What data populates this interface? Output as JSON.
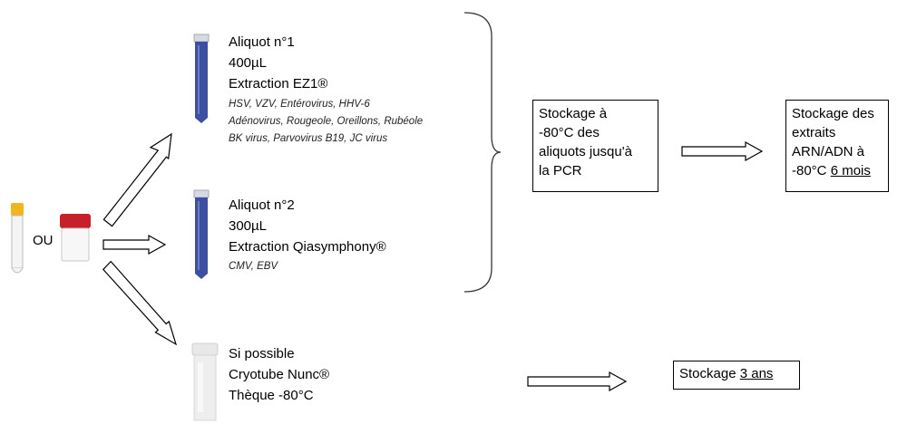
{
  "sample": {
    "or_label": "OU"
  },
  "aliquot1": {
    "title": "Aliquot n°1",
    "volume": "400µL",
    "extraction": "Extraction EZ1®",
    "viruses": [
      "HSV, VZV, Entérovirus, HHV-6",
      "Adénovirus, Rougeole, Oreillons, Rubéole",
      "BK virus, Parvovirus B19, JC virus"
    ]
  },
  "aliquot2": {
    "title": "Aliquot n°2",
    "volume": "300µL",
    "extraction": "Extraction Qiasymphony®",
    "viruses": [
      "CMV, EBV"
    ]
  },
  "cryotube": {
    "line1": "Si possible",
    "line2": "Cryotube Nunc®",
    "line3": "Thèque -80°C"
  },
  "storage_pcr": {
    "lines": [
      "Stockage à",
      "-80°C des",
      "aliquots jusqu'à",
      "la PCR"
    ]
  },
  "storage_extracts": {
    "lines": [
      "Stockage des",
      "extraits",
      "ARN/ADN à"
    ],
    "last_prefix": "-80°C ",
    "last_underlined": "6 mois"
  },
  "storage_3ans": {
    "prefix": "Stockage ",
    "underlined": "3 ans"
  },
  "colors": {
    "tube_blue": "#3c4fa0",
    "cap_red": "#c8202a",
    "cap_yellow": "#f2b51c"
  }
}
